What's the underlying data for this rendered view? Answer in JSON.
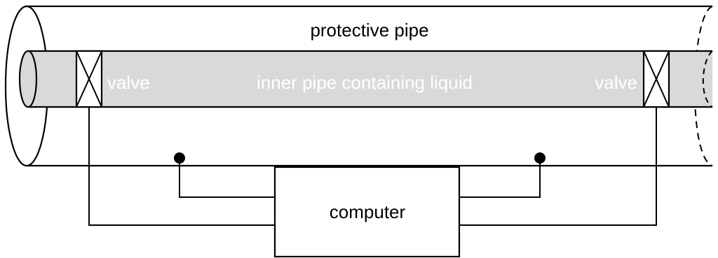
{
  "labels": {
    "protective_pipe": "protective pipe",
    "left_valve": "valve",
    "inner_pipe": "inner pipe containing liquid",
    "right_valve": "valve",
    "computer": "computer"
  },
  "colors": {
    "inner_pipe_fill": "#d9d9d9",
    "line": "#000000",
    "background": "#ffffff"
  }
}
